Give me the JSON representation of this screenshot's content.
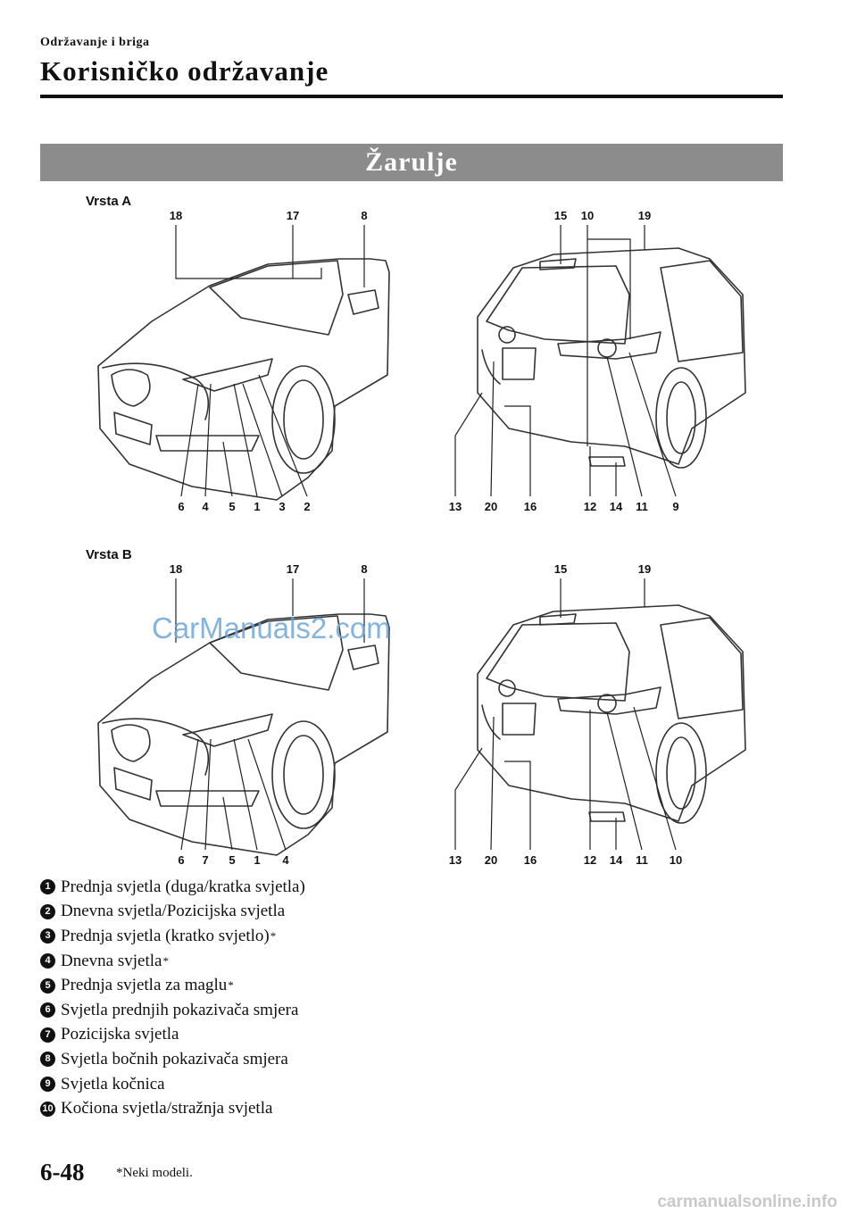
{
  "header": {
    "breadcrumb": "Održavanje i briga",
    "title": "Korisničko održavanje"
  },
  "section": {
    "title": "Žarulje"
  },
  "figures": {
    "variant_a": {
      "label": "Vrsta A",
      "front_top": [
        "18",
        "17",
        "8"
      ],
      "front_bottom": [
        "6",
        "4",
        "5",
        "1",
        "3",
        "2"
      ],
      "rear_top": [
        "15",
        "10",
        "19"
      ],
      "rear_bottom": [
        "13",
        "20",
        "16",
        "12",
        "14",
        "11",
        "9"
      ]
    },
    "variant_b": {
      "label": "Vrsta B",
      "front_top": [
        "18",
        "17",
        "8"
      ],
      "front_bottom": [
        "6",
        "7",
        "5",
        "1",
        "4"
      ],
      "rear_top": [
        "15",
        "19"
      ],
      "rear_bottom": [
        "13",
        "20",
        "16",
        "12",
        "14",
        "11",
        "10"
      ]
    }
  },
  "legend": [
    {
      "num": "1",
      "text": "Prednja svjetla (duga/kratka svjetla)",
      "asterisk": ""
    },
    {
      "num": "2",
      "text": "Dnevna svjetla/Pozicijska svjetla",
      "asterisk": ""
    },
    {
      "num": "3",
      "text": "Prednja svjetla (kratko svjetlo)",
      "asterisk": "*"
    },
    {
      "num": "4",
      "text": "Dnevna svjetla",
      "asterisk": "*"
    },
    {
      "num": "5",
      "text": "Prednja svjetla za maglu",
      "asterisk": "*"
    },
    {
      "num": "6",
      "text": "Svjetla prednjih pokazivača smjera",
      "asterisk": ""
    },
    {
      "num": "7",
      "text": "Pozicijska svjetla",
      "asterisk": ""
    },
    {
      "num": "8",
      "text": "Svjetla bočnih pokazivača smjera",
      "asterisk": ""
    },
    {
      "num": "9",
      "text": "Svjetla kočnica",
      "asterisk": ""
    },
    {
      "num": "10",
      "text": "Kočiona svjetla/stražnja svjetla",
      "asterisk": ""
    }
  ],
  "footer": {
    "page_number": "6-48",
    "footnote": "*Neki modeli.",
    "site_credit": "carmanualsonline.info"
  },
  "watermark": "CarManuals2.com"
}
